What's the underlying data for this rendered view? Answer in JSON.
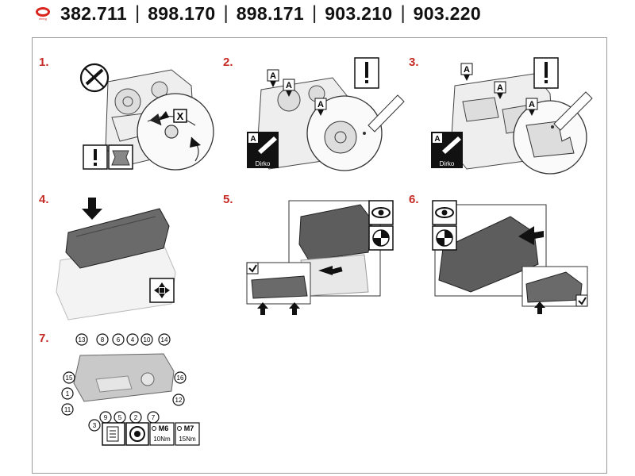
{
  "header": {
    "logo_text": "elring",
    "part_numbers": [
      "382.711",
      "898.170",
      "898.171",
      "903.210",
      "903.220"
    ]
  },
  "steps": [
    {
      "number": "1."
    },
    {
      "number": "2.",
      "label_a": "A",
      "sealant_label": "A",
      "sealant_name": "Dirko"
    },
    {
      "number": "3.",
      "label_a": "A",
      "sealant_label": "A",
      "sealant_name": "Dirko"
    },
    {
      "number": "4."
    },
    {
      "number": "5."
    },
    {
      "number": "6."
    },
    {
      "number": "7.",
      "torque": [
        {
          "label": "M6",
          "value": "10Nm"
        },
        {
          "label": "M7",
          "value": "15Nm"
        }
      ]
    }
  ],
  "step1": {
    "label_x": "X"
  },
  "bolt_sequence": [
    "1",
    "2",
    "3",
    "4",
    "5",
    "6",
    "7",
    "8",
    "9",
    "10",
    "11",
    "12",
    "13",
    "14",
    "15",
    "16"
  ]
}
